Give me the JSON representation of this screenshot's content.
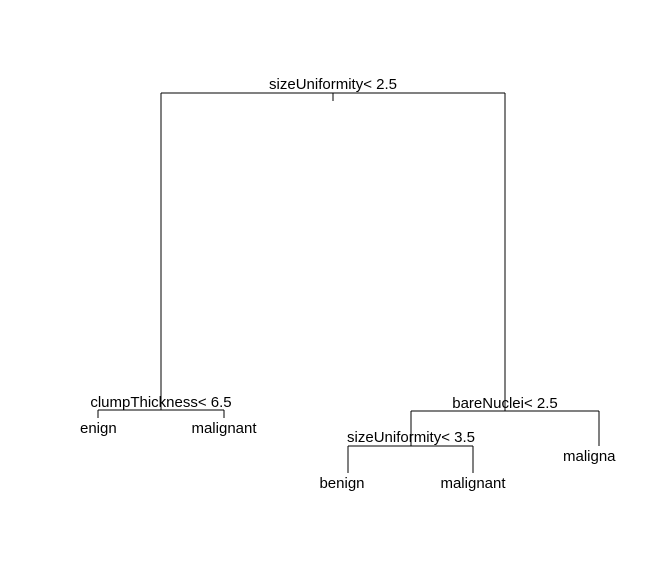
{
  "tree": {
    "root_split": "sizeUniformity< 2.5",
    "left_split": "clumpThickness< 6.5",
    "right_split": "bareNuclei< 2.5",
    "right_left_split": "sizeUniformity< 3.5",
    "leaves": {
      "left_left": "enign",
      "left_right": "malignant",
      "right_left_left": "benign",
      "right_left_right": "malignant",
      "right_right": "maligna"
    },
    "line_color": "#000000",
    "background": "#ffffff"
  }
}
